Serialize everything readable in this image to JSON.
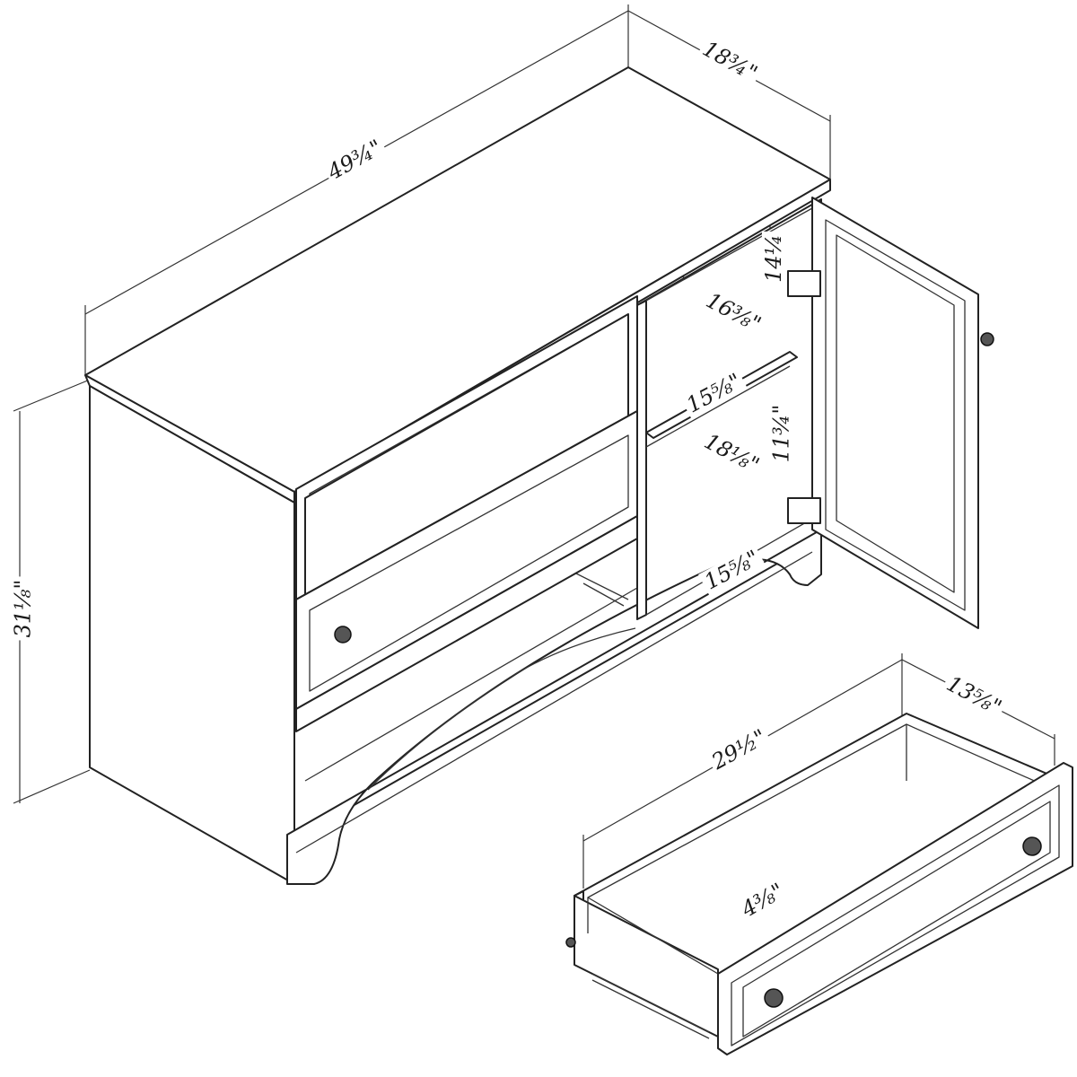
{
  "dimensions": {
    "overall_width": "49¾\"",
    "overall_depth": "18¾\"",
    "overall_height": "31⅛\"",
    "door_opening_height_top": "14¼",
    "shelf_depth_upper": "16⅜\"",
    "shelf_width_upper": "15⅝\"",
    "door_opening_height_middle": "11¾\"",
    "interior_depth_lower": "18⅛\"",
    "interior_width_lower": "15⅝\"",
    "drawer_depth": "13⅝\"",
    "drawer_width": "29½\"",
    "drawer_height": "4⅜\""
  },
  "colors": {
    "line": "#222222",
    "background": "#ffffff"
  }
}
